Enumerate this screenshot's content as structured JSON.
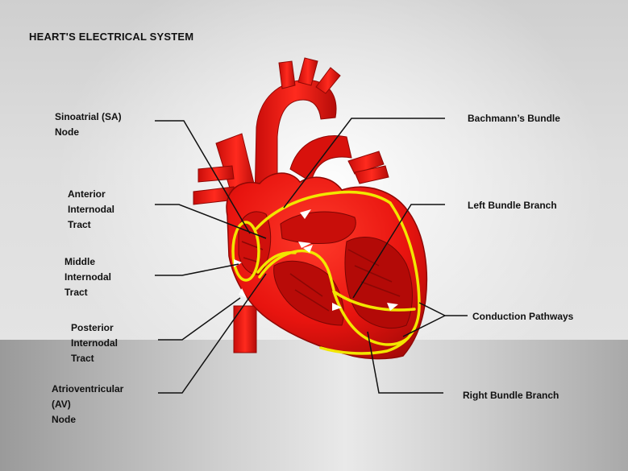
{
  "title": "HEART'S ELECTRICAL SYSTEM",
  "labels": {
    "sa_node": [
      "Sinoatrial (SA)",
      "Node"
    ],
    "anterior_internodal": [
      "Anterior",
      "Internodal",
      "Tract"
    ],
    "middle_internodal": [
      "Middle",
      "Internodal",
      "Tract"
    ],
    "posterior_internodal": [
      "Posterior",
      "Internodal",
      "Tract"
    ],
    "av_node": [
      "Atrioventricular",
      "(AV)",
      "Node"
    ],
    "bachmanns_bundle": "Bachmann’s Bundle",
    "left_bundle_branch": "Left Bundle Branch",
    "conduction_pathways": "Conduction Pathways",
    "right_bundle_branch": "Right Bundle Branch"
  },
  "colors": {
    "heart_red": "#e8140f",
    "heart_dark": "#b50b08",
    "pathway_yellow": "#f2e600",
    "leader_line": "#111111"
  }
}
